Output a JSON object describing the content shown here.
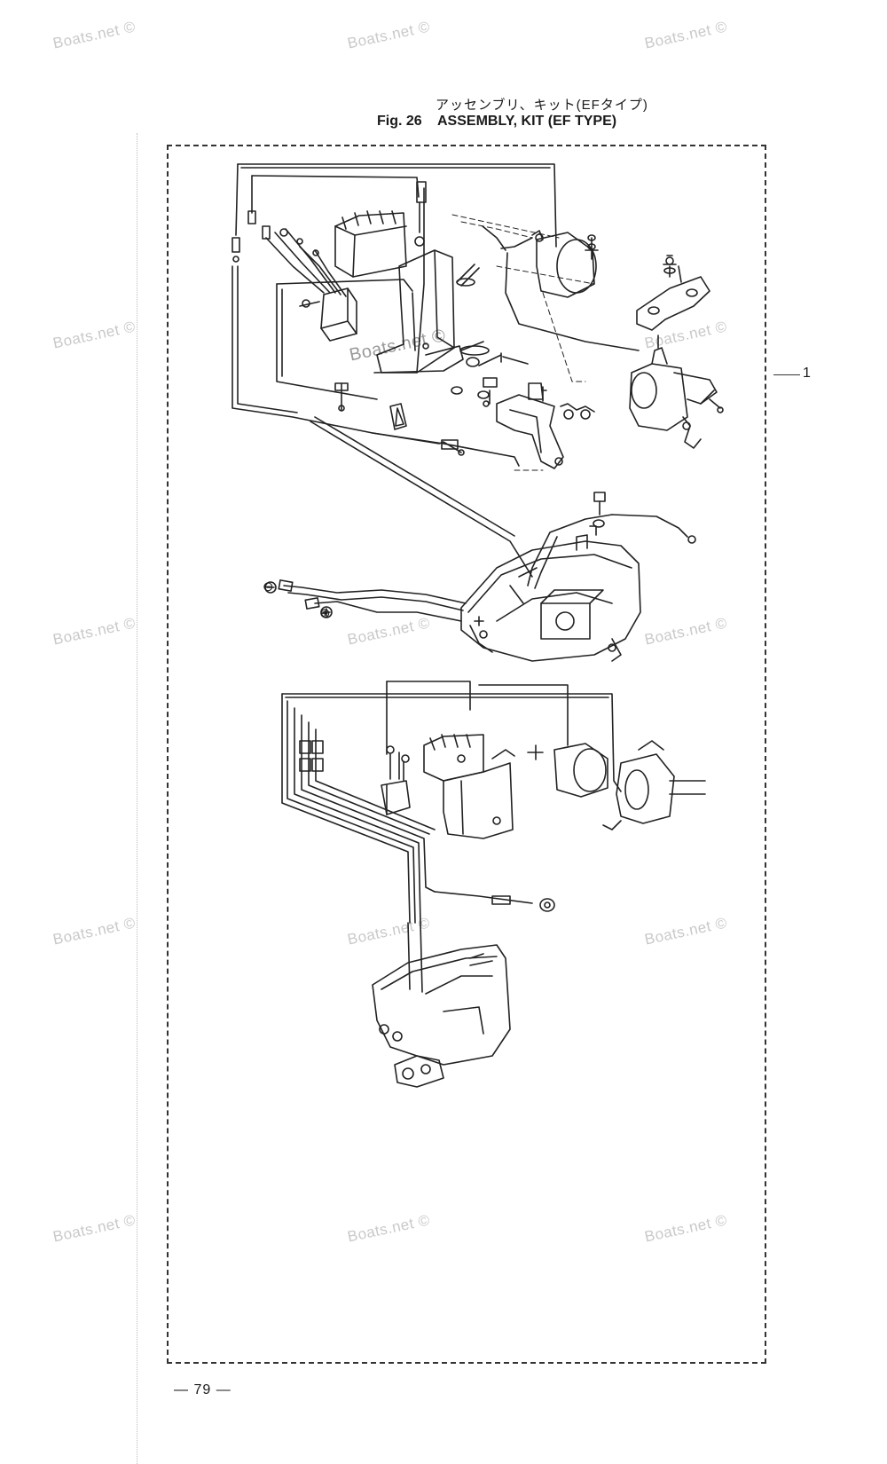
{
  "header": {
    "title_jp": "アッセンブリ、キット(EFタイプ)",
    "fig_label": "Fig. 26",
    "title_en": "ASSEMBLY, KIT (EF TYPE)"
  },
  "callouts": [
    "1"
  ],
  "symbols": {
    "negative": "⊖",
    "positive": "⊕"
  },
  "page_number": "— 79 —",
  "watermark": "Boats.net ©"
}
